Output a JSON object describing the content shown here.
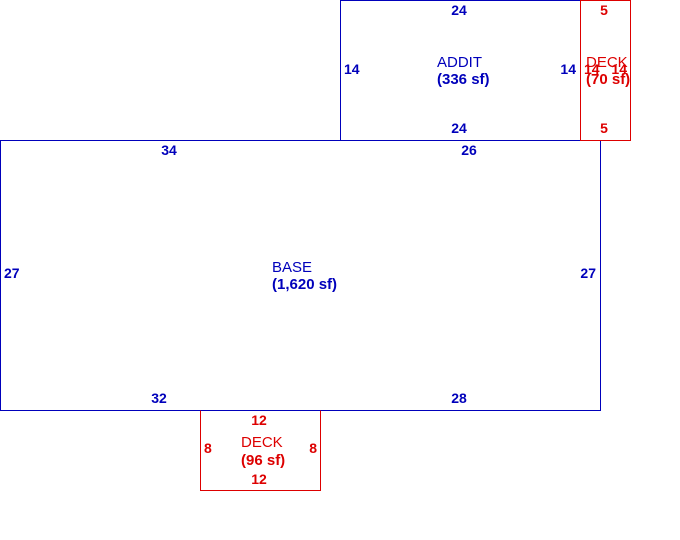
{
  "colors": {
    "blue": "#0000bb",
    "red": "#dd0000"
  },
  "areas": {
    "base": {
      "name": "BASE",
      "area": "(1,620 sf)",
      "dims": {
        "top_left": "34",
        "top_right": "26",
        "bottom_left": "32",
        "bottom_right": "28",
        "left": "27",
        "right": "27"
      }
    },
    "addit": {
      "name": "ADDIT",
      "area": "(336 sf)",
      "dims": {
        "top": "24",
        "bottom": "24",
        "left": "14",
        "right": "14"
      }
    },
    "deck_side": {
      "name": "DECK",
      "area": "(70 sf)",
      "dims": {
        "top": "5",
        "bottom": "5",
        "left": "14",
        "right": "14"
      }
    },
    "deck_front": {
      "name": "DECK",
      "area": "(96 sf)",
      "dims": {
        "top": "12",
        "bottom": "12",
        "left": "8",
        "right": "8"
      }
    }
  }
}
